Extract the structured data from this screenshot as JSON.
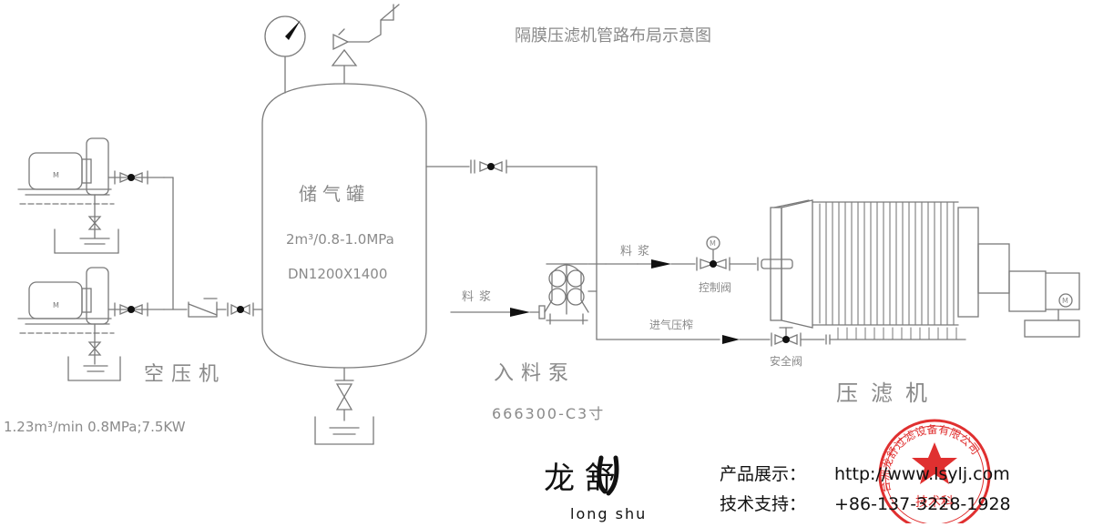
{
  "title": "隔膜压滤机管路布局示意图",
  "tank": {
    "name": "储气罐",
    "spec_volume": "2m³/0.8-1.0MPa",
    "spec_size": "DN1200X1400"
  },
  "compressor": {
    "name": "空压机",
    "spec": "1.23m³/min 0.8MPa;7.5KW",
    "motor_mark": "M"
  },
  "pump": {
    "name": "入料泵",
    "model": "666300-C3寸"
  },
  "filter_press": {
    "name": "压滤机",
    "motor_mark": "M"
  },
  "pipes": {
    "slurry_in": "料浆",
    "slurry_out": "料浆",
    "air_inlet": "进气压榨"
  },
  "valves": {
    "control_valve": "控制阀",
    "control_motor_mark": "M",
    "safety_valve": "安全阀"
  },
  "brand": {
    "logo_chinese": "龙 舒",
    "logo_pinyin": "long shu",
    "product_label": "产品展示：",
    "product_url": "http://www.lsylj.com",
    "support_label": "技术支持：",
    "support_phone": "+86-137-3228-1928"
  },
  "stamp": {
    "ring_text": "台洲龙舒过滤设备有限公司",
    "center_text": "技术科"
  },
  "colors": {
    "drawing": "#7a7a7a",
    "stamp": "#e03030",
    "brand": "#111111"
  }
}
